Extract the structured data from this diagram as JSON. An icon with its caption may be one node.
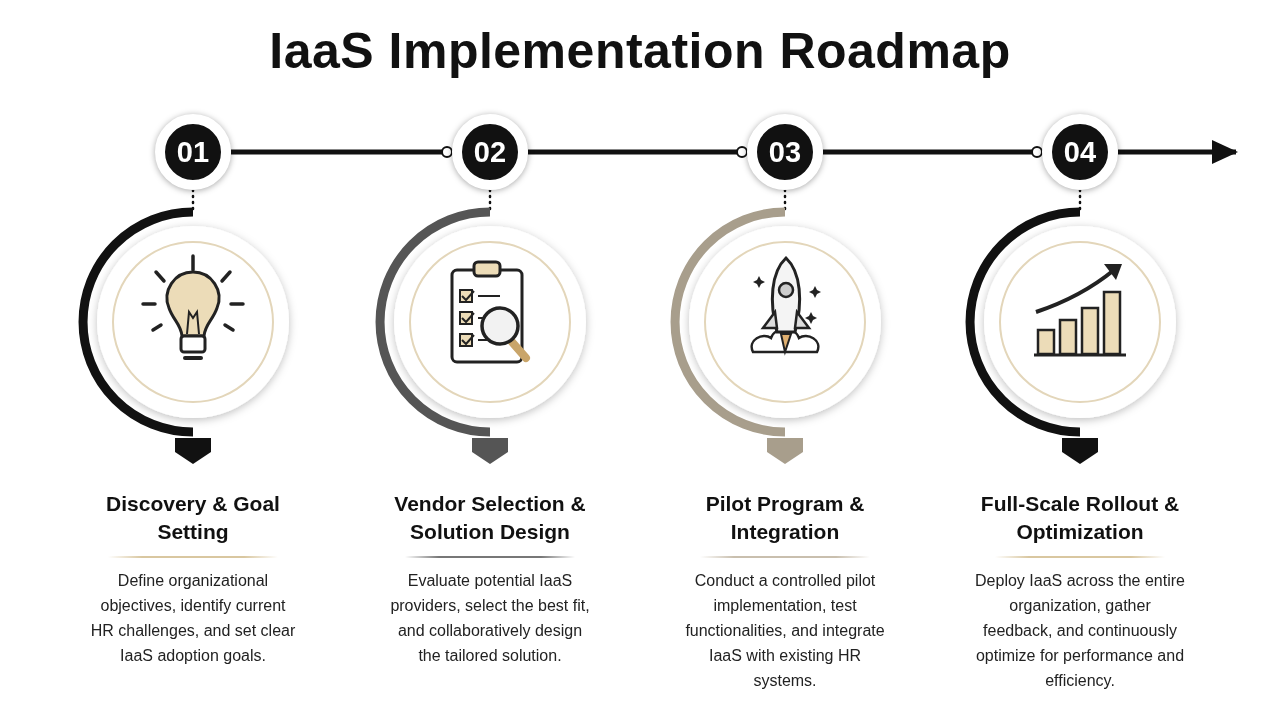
{
  "diagram": {
    "title": "IaaS Implementation Roadmap",
    "nodes": [
      {
        "text": [
          "01"
        ]
      },
      {
        "text": [
          "02"
        ]
      },
      {
        "text": [
          "03"
        ]
      },
      {
        "text": [
          "04"
        ]
      },
      {
        "text": [
          "Discovery & Goal Setting",
          "Define organizational objectives, identify current HR challenges, and set clear IaaS adoption goals."
        ]
      },
      {
        "text": [
          "Vendor Selection & Solution Design",
          "Evaluate potential IaaS providers, select the best fit, and collaboratively design the tailored solution."
        ]
      },
      {
        "text": [
          "Pilot Program & Integration",
          "Conduct a controlled pilot implementation, test functionalities, and integrate IaaS with existing HR systems."
        ]
      },
      {
        "text": [
          "Full-Scale Rollout & Optimization",
          "Deploy IaaS across the entire organization, gather feedback, and continuously optimize for performance and efficiency."
        ]
      }
    ],
    "edges": [
      {
        "from": 0,
        "to": 1,
        "arrow": "other",
        "style": "thick"
      },
      {
        "from": 1,
        "to": 2,
        "arrow": "other",
        "style": "thick"
      },
      {
        "from": 2,
        "to": 3,
        "arrow": "other",
        "style": "thick"
      },
      {
        "from": 3,
        "to": null,
        "arrow": "to",
        "style": "thick"
      },
      {
        "from": 0,
        "to": 4,
        "arrow": "none",
        "style": "dashed"
      },
      {
        "from": 1,
        "to": 5,
        "arrow": "none",
        "style": "dashed"
      },
      {
        "from": 2,
        "to": 6,
        "arrow": "none",
        "style": "dashed"
      },
      {
        "from": 3,
        "to": 7,
        "arrow": "none",
        "style": "dashed"
      }
    ]
  }
}
